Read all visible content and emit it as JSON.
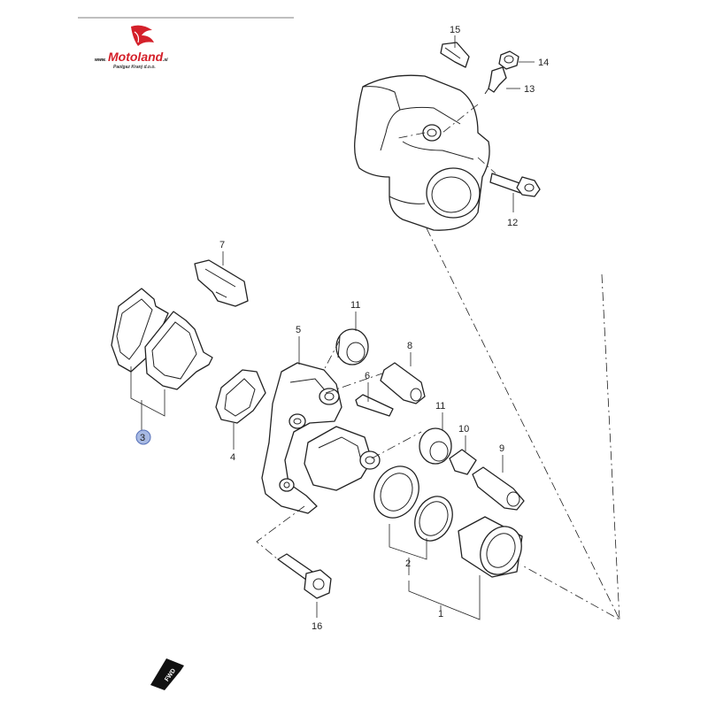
{
  "brand": {
    "name": "Motoland",
    "prefix": "www.",
    "suffix": ".si",
    "tagline": "Paolgaz Kranj d.o.o."
  },
  "colors": {
    "brand_red": "#d4202a",
    "selected_badge": "#a7b9e3",
    "selected_badge_border": "#5570b8"
  },
  "callouts": {
    "c1": "1",
    "c2": "2",
    "c3": "3",
    "c4": "4",
    "c5": "5",
    "c6": "6",
    "c7": "7",
    "c8": "8",
    "c9": "9",
    "c10": "10",
    "c11a": "11",
    "c11b": "11",
    "c12": "12",
    "c13": "13",
    "c14": "14",
    "c15": "15",
    "c16": "16"
  },
  "selected_part": "3",
  "direction_badge": "FWD"
}
